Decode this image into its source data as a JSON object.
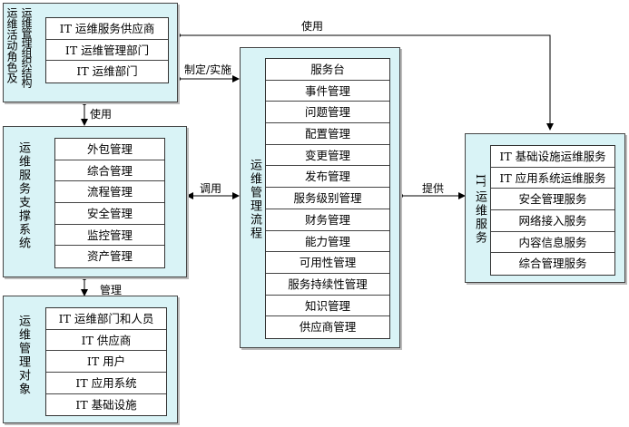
{
  "org": {
    "title": "运维活动角色及运维管理组织结构",
    "title_line1": "运维活动角色及",
    "title_line2": "运维管理组织结构",
    "items": [
      "IT 运维服务供应商",
      "IT 运维管理部门",
      "IT 运维部门"
    ]
  },
  "support": {
    "title": "运维服务支撑系统",
    "items": [
      "外包管理",
      "综合管理",
      "流程管理",
      "安全管理",
      "监控管理",
      "资产管理"
    ]
  },
  "objects": {
    "title": "运维管理对象",
    "items": [
      "IT 运维部门和人员",
      "IT 供应商",
      "IT 用户",
      "IT 应用系统",
      "IT 基础设施"
    ]
  },
  "process": {
    "title": "运维管理流程",
    "items": [
      "服务台",
      "事件管理",
      "问题管理",
      "配置管理",
      "变更管理",
      "发布管理",
      "服务级别管理",
      "财务管理",
      "能力管理",
      "可用性管理",
      "服务持续性管理",
      "知识管理",
      "供应商管理"
    ]
  },
  "services": {
    "title": "IT运维服务",
    "title_a": "IT",
    "title_b": "运维服务",
    "items": [
      "IT 基础设施运维服务",
      "IT 应用系统运维服务",
      "安全管理服务",
      "网络接入服务",
      "内容信息服务",
      "综合管理服务"
    ]
  },
  "edges": {
    "use_top": "使用",
    "define": "制定/实施",
    "use_down": "使用",
    "invoke": "调用",
    "manage": "管理",
    "provide": "提供"
  },
  "colors": {
    "panel_fill": "#d9f3f6",
    "border": "#444444"
  }
}
